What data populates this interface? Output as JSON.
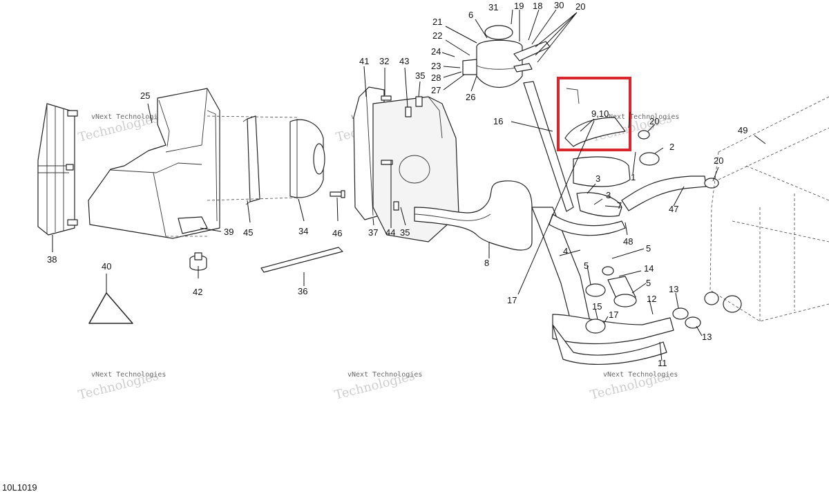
{
  "diagram": {
    "reference_code": "10L1019",
    "watermark": {
      "line1": "vNext Technologies",
      "line2": "Technologies"
    },
    "highlight_color": "#d9262c",
    "highlight_label": "9,10",
    "callouts": {
      "c1": "1",
      "c2": "2",
      "c3a": "3",
      "c3b": "3",
      "c4": "4",
      "c5a": "5",
      "c5b": "5",
      "c5c": "5",
      "c6": "6",
      "c7": "7",
      "c8": "8",
      "c9_10": "9,10",
      "c11": "11",
      "c12": "12",
      "c13a": "13",
      "c13b": "13",
      "c14": "14",
      "c15": "15",
      "c16": "16",
      "c17a": "17",
      "c17b": "17",
      "c18": "18",
      "c19": "19",
      "c20a": "20",
      "c20b": "20",
      "c20c": "20",
      "c21": "21",
      "c22": "22",
      "c23": "23",
      "c24": "24",
      "c25": "25",
      "c26": "26",
      "c27": "27",
      "c28": "28",
      "c30": "30",
      "c31": "31",
      "c32": "32",
      "c34": "34",
      "c35a": "35",
      "c35b": "35",
      "c36": "36",
      "c37": "37",
      "c38": "38",
      "c39": "39",
      "c40": "40",
      "c41": "41",
      "c42": "42",
      "c43": "43",
      "c44": "44",
      "c45": "45",
      "c46": "46",
      "c47": "47",
      "c48": "48",
      "c49": "49"
    }
  }
}
